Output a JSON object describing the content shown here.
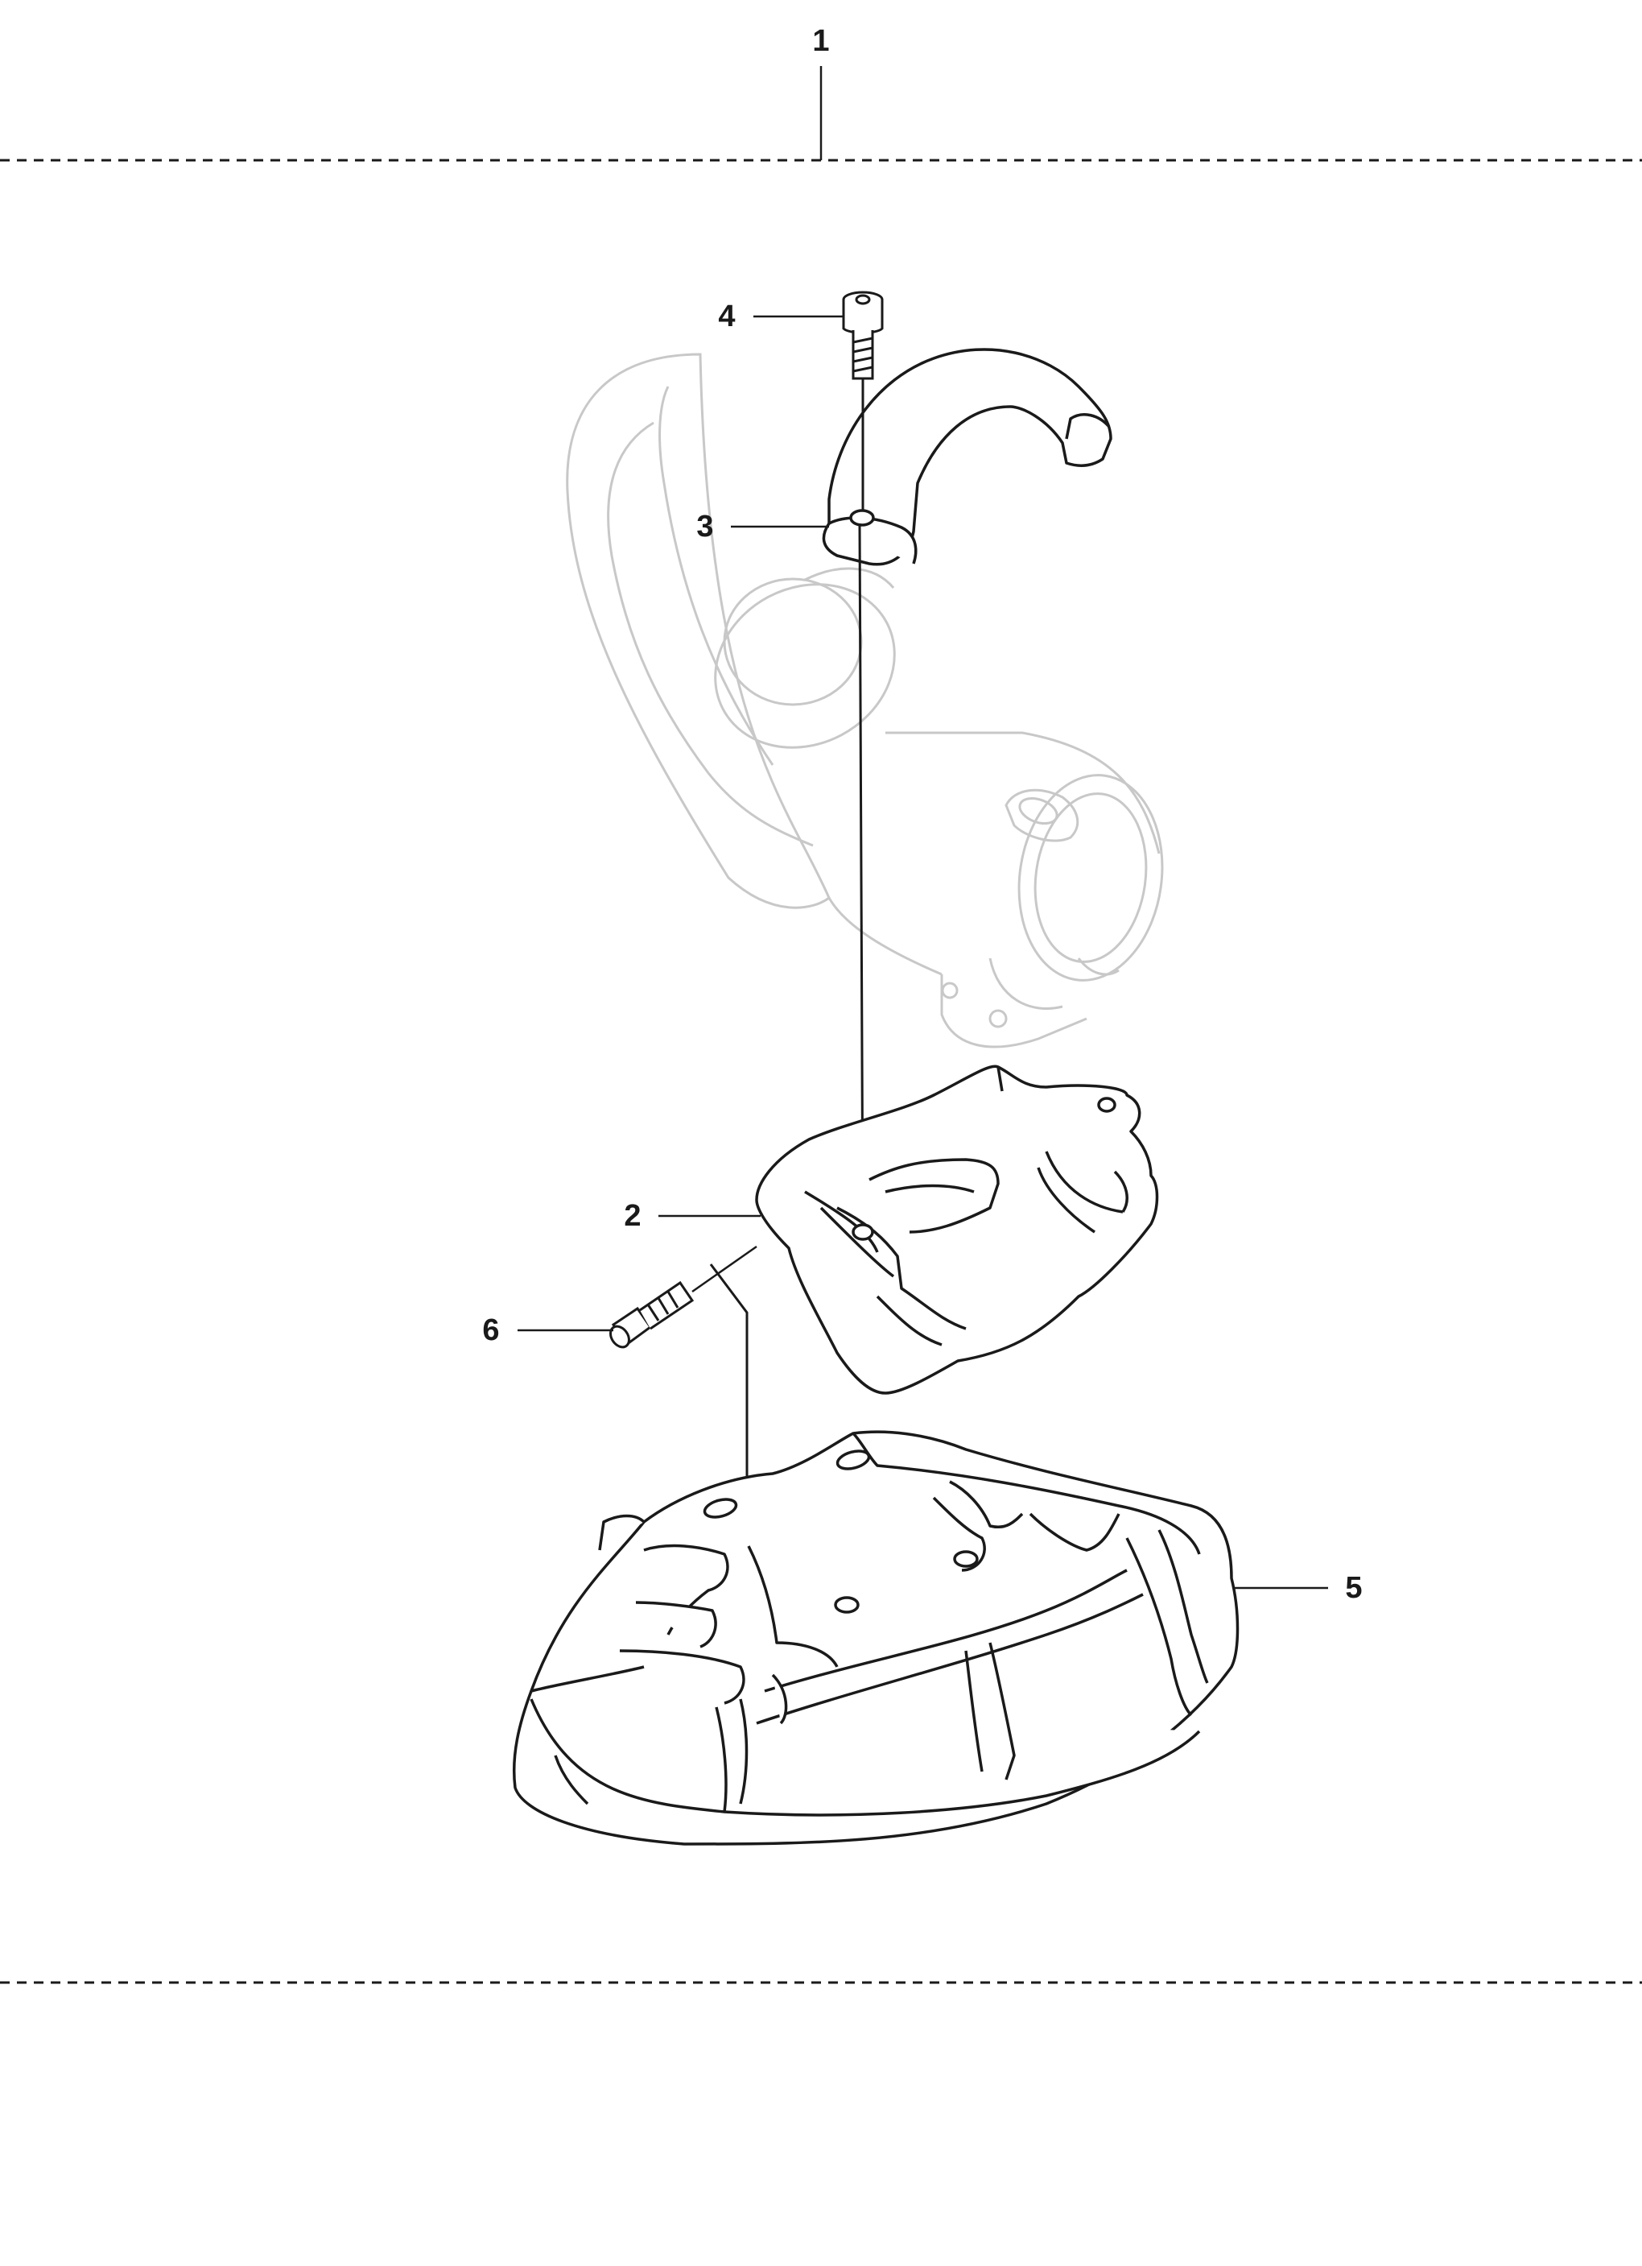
{
  "diagram": {
    "colors": {
      "ink": "#1a1a1a",
      "ghost": "#c8c8c8",
      "paper": "#ffffff"
    },
    "callouts": [
      {
        "id": "1",
        "label": "1",
        "part": "assembly-group"
      },
      {
        "id": "2",
        "label": "2",
        "part": "guard-bracket"
      },
      {
        "id": "3",
        "label": "3",
        "part": "clamp"
      },
      {
        "id": "4",
        "label": "4",
        "part": "socket-screw"
      },
      {
        "id": "5",
        "label": "5",
        "part": "guard"
      },
      {
        "id": "6",
        "label": "6",
        "part": "screw"
      }
    ]
  }
}
